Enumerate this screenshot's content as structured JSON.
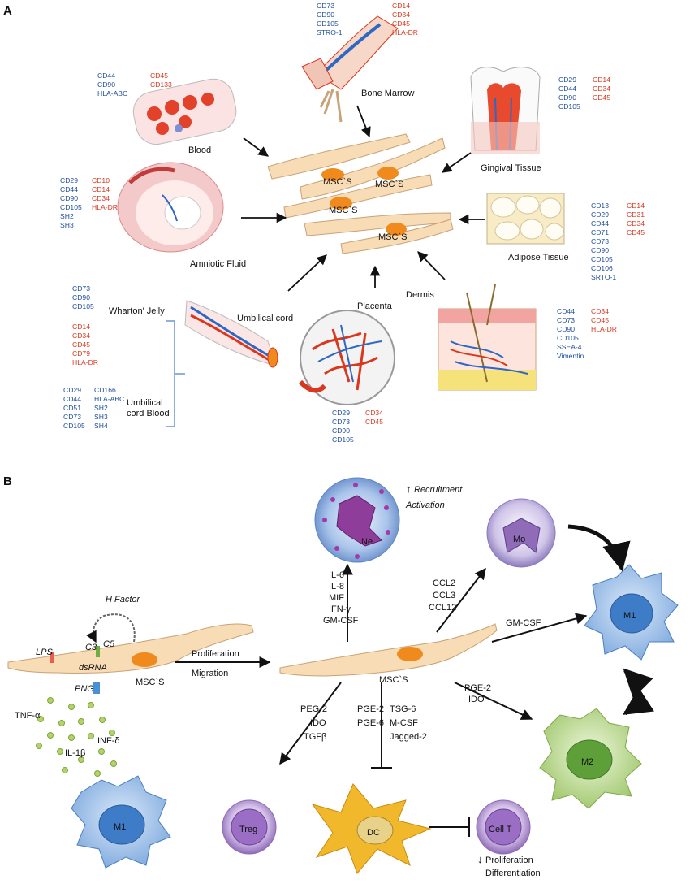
{
  "panels": {
    "a": "A",
    "b": "B"
  },
  "colors": {
    "positive_marker": "#1f4e9c",
    "negative_marker": "#d9381e",
    "cell_body": "#f7dcb5",
    "nucleus": "#f08a1c"
  },
  "sources": {
    "bone_marrow": {
      "label": "Bone Marrow",
      "positive": [
        "CD73",
        "CD90",
        "CD105",
        "STRO-1"
      ],
      "negative": [
        "CD14",
        "CD34",
        "CD45",
        "HLA-DR"
      ]
    },
    "blood": {
      "label": "Blood",
      "positive": [
        "CD44",
        "CD90",
        "HLA-ABC"
      ],
      "negative": [
        "CD45",
        "CD133"
      ]
    },
    "gingival": {
      "label": "Gingival Tissue",
      "positive": [
        "CD29",
        "CD44",
        "CD90",
        "CD105"
      ],
      "negative": [
        "CD14",
        "CD34",
        "CD45"
      ]
    },
    "amniotic": {
      "label": "Amniotic Fluid",
      "positive": [
        "CD29",
        "CD44",
        "CD90",
        "CD105",
        "SH2",
        "SH3"
      ],
      "negative": [
        "CD10",
        "CD14",
        "CD34",
        "HLA-DR"
      ]
    },
    "adipose": {
      "label": "Adipose Tissue",
      "positive": [
        "CD13",
        "CD29",
        "CD44",
        "CD71",
        "CD73",
        "CD90",
        "CD105",
        "CD106",
        "SRTO-1"
      ],
      "negative": [
        "CD14",
        "CD31",
        "CD34",
        "CD45"
      ]
    },
    "umbilical_cord": {
      "label": "Umbilical cord"
    },
    "wharton": {
      "label": "Wharton' Jelly",
      "positive": [
        "CD73",
        "CD90",
        "CD105"
      ],
      "negative": [
        "CD14",
        "CD34",
        "CD45",
        "CD79",
        "HLA-DR"
      ]
    },
    "cord_blood": {
      "label1": "Umbilical",
      "label2": "cord Blood",
      "col1": [
        "CD29",
        "CD44",
        "CD51",
        "CD73",
        "CD105"
      ],
      "col2": [
        "CD166",
        "HLA-ABC",
        "SH2",
        "SH3",
        "SH4"
      ]
    },
    "placenta": {
      "label": "Placenta",
      "positive": [
        "CD29",
        "CD73",
        "CD90",
        "CD105"
      ],
      "negative": [
        "CD34",
        "CD45"
      ]
    },
    "dermis": {
      "label": "Dermis",
      "positive": [
        "CD44",
        "CD73",
        "CD90",
        "CD105",
        "SSEA-4",
        "Vimentin"
      ],
      "negative": [
        "CD34",
        "CD45",
        "HLA-DR"
      ]
    }
  },
  "msc_label": "MSC`S",
  "panel_b": {
    "h_factor": "H Factor",
    "receptors": {
      "lps": "LPS",
      "c3": "C3",
      "c5": "C5",
      "dsrna": "dsRNA",
      "png": "PNG"
    },
    "cytokines": {
      "tnf": "TNF-α",
      "il1": "IL-1β",
      "inf": "INF-δ"
    },
    "arrow_main": [
      "Proliferation",
      "Migration"
    ],
    "neutrophil": {
      "label": "Ne",
      "note": [
        "Recruitment",
        "Activation"
      ],
      "factors": [
        "IL-6",
        "IL-8",
        "MIF",
        "IFN-γ",
        "GM-CSF"
      ]
    },
    "monocyte": {
      "label": "Mo",
      "factors": [
        "CCL2",
        "CCL3",
        "CCL12"
      ]
    },
    "m1_right": {
      "label": "M1",
      "factor": "GM-CSF"
    },
    "m2": {
      "label": "M2",
      "factors": [
        "PGE-2",
        "IDO"
      ]
    },
    "treg": {
      "label": "Treg",
      "factors": [
        "PEG-2",
        "IDO",
        "TGFβ"
      ]
    },
    "dc": {
      "label": "DC",
      "factors_left": [
        "PGE-2",
        "PGE-6"
      ],
      "factors_right": [
        "TSG-6",
        "M-CSF",
        "Jagged-2"
      ]
    },
    "cell_t": {
      "label": "Cell T",
      "note": [
        "Proliferation",
        "Differentiation"
      ]
    },
    "m1_left": {
      "label": "M1"
    }
  }
}
